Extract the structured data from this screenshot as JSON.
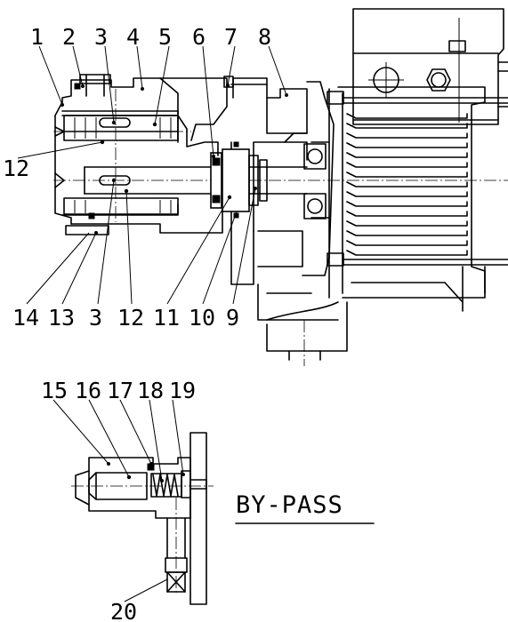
{
  "top_labels": [
    "1",
    "2",
    "3",
    "4",
    "5",
    "6",
    "7",
    "8"
  ],
  "side_label": "12",
  "bottom_labels": [
    "14",
    "13",
    "3",
    "12",
    "11",
    "10",
    "9"
  ],
  "bypass_labels": [
    "15",
    "16",
    "17",
    "18",
    "19"
  ],
  "bottom_bypass_label": "20",
  "bypass_title": "BY-PASS"
}
